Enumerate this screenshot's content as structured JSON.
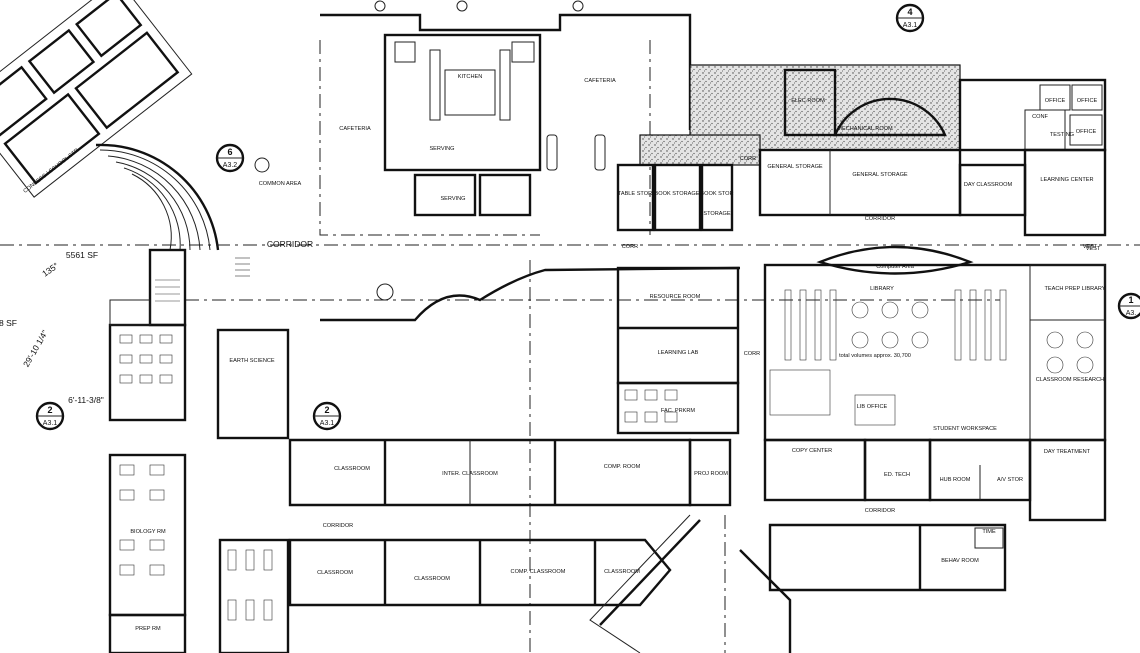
{
  "rooms": {
    "cafeteria_left": "CAFETERIA",
    "cafeteria_right": "CAFETERIA",
    "kitchen": "KITCHEN",
    "serving": "SERVING",
    "serving_2": "SERVING",
    "common_area": "COMMON AREA",
    "concess_school_str": "CONCESS / SCHOOL STR",
    "corridor_main": "CORRIDOR",
    "corridor_mid": "CORRIDOR",
    "corridor_lower": "CORRIDOR",
    "corridor_right": "CORRIDOR",
    "corr_center": "CORR",
    "corr_right": "CORR",
    "corr_side": "CORR",
    "elec_room": "ELEC ROOM",
    "mechanical_room": "MECHANICAL ROOM",
    "general_storage_1": "GENERAL STORAGE",
    "general_storage_2": "GENERAL STORAGE",
    "day_classroom": "DAY CLASSROOM",
    "learning_center": "LEARNING CENTER",
    "office_1": "OFFICE",
    "office_2": "OFFICE",
    "office_3": "OFFICE",
    "conf": "CONF",
    "testing": "TESTING",
    "table_stor": "TABLE STOR",
    "book_storage": "BOOK STORAGE",
    "book_stor": "BOOK STOR",
    "storage": "STORAGE",
    "vest": "VEST",
    "vest_2": "VEST",
    "computer_area": "Computer Area",
    "library": "LIBRARY",
    "teach_prep_library": "TEACH PREP LIBRARY",
    "classroom_research": "CLASSROOM RESEARCH",
    "resource_room": "RESOURCE ROOM",
    "learning_lab": "LEARNING LAB",
    "fac_prkrm": "FAC. PRKRM",
    "lib_office": "LIB OFFICE",
    "student_workspace": "STUDENT WORKSPACE",
    "day_treatment": "DAY TREATMENT",
    "copy_center": "COPY CENTER",
    "ed_tech": "ED. TECH",
    "hub_room": "HUB ROOM",
    "av_stor": "A/V STOR",
    "earth_science": "EARTH SCIENCE",
    "biology_rm": "BIOLOGY RM",
    "classroom_1": "CLASSROOM",
    "inter_classroom": "INTER. CLASSROOM",
    "comp_room": "COMP. ROOM",
    "proj_room": "PROJ ROOM",
    "classroom_2": "CLASSROOM",
    "classroom_3": "CLASSROOM",
    "comp_classroom": "COMP. CLASSROOM",
    "classroom_4": "CLASSROOM",
    "behav_room": "BEHAV ROOM",
    "time": "TIME",
    "prep_rm": "PREP RM"
  },
  "annotations": {
    "area": "5561 SF",
    "angle": "135°",
    "dim_1": "6'-11-3/8\"",
    "dim_2": "29'-10 1/4\"",
    "dim_3": "8 SF",
    "library_note": "total volumes approx. 30,700"
  },
  "section_markers": [
    {
      "num": "6",
      "sheet": "A3.2"
    },
    {
      "num": "2",
      "sheet": "A3.1"
    },
    {
      "num": "2",
      "sheet": "A3.1"
    },
    {
      "num": "4",
      "sheet": "A3.1"
    },
    {
      "num": "1",
      "sheet": "A3."
    }
  ],
  "colors": {
    "ink": "#111111",
    "paper": "#ffffff"
  }
}
